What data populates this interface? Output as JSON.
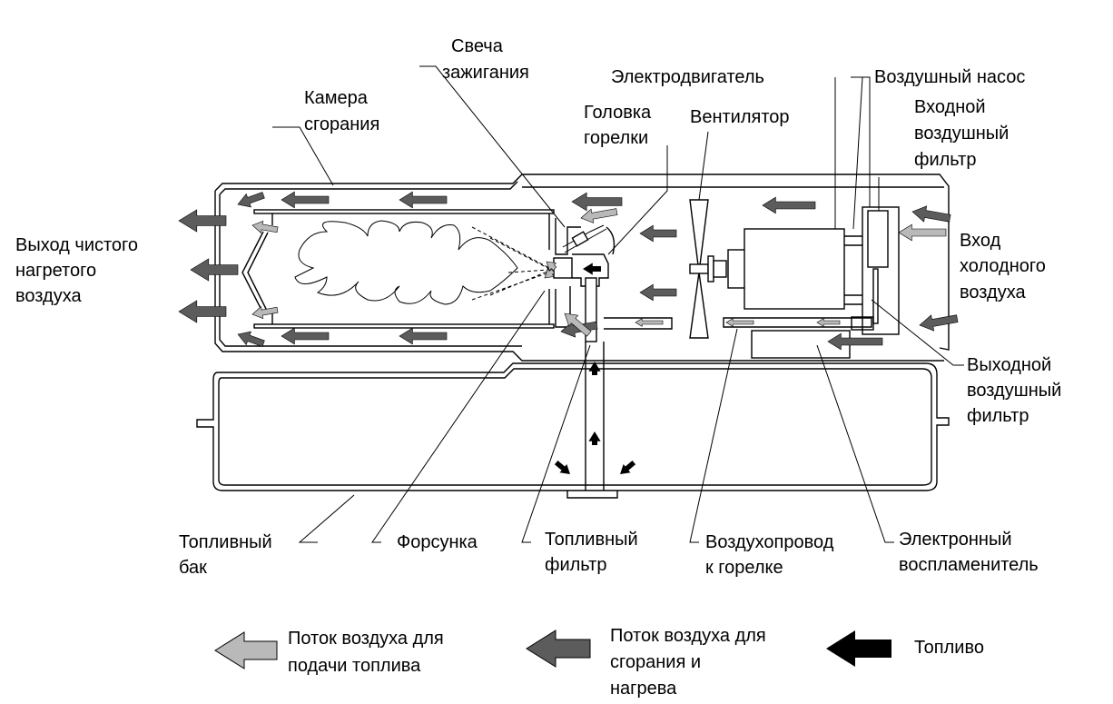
{
  "labels": {
    "spark_plug": [
      "Свеча",
      "зажигания"
    ],
    "combustion_chamber": [
      "Камера",
      "сгорания"
    ],
    "burner_head": [
      "Головка",
      "горелки"
    ],
    "fan": "Вентилятор",
    "motor": "Электродвигатель",
    "air_pump": "Воздушный насос",
    "inlet_filter": [
      "Входной",
      "воздушный",
      "фильтр"
    ],
    "hot_air_out": [
      "Выход чистого",
      "нагретого",
      "воздуха"
    ],
    "cold_air_in": [
      "Вход",
      "холодного",
      "воздуха"
    ],
    "outlet_filter": [
      "Выходной",
      "воздушный",
      "фильтр"
    ],
    "fuel_tank": [
      "Топливный",
      "бак"
    ],
    "nozzle": "Форсунка",
    "fuel_filter": [
      "Топливный",
      "фильтр"
    ],
    "air_line": [
      "Воздухопровод",
      "к горелке"
    ],
    "igniter": [
      "Электронный",
      "воспламенитель"
    ]
  },
  "legend": [
    {
      "lines": [
        "Поток воздуха для",
        "подачи топлива"
      ],
      "color": "#b9b9b9"
    },
    {
      "lines": [
        "Поток воздуха для",
        "сгорания и",
        "нагрева"
      ],
      "color": "#5c5c5c"
    },
    {
      "lines": [
        "Топливо"
      ],
      "color": "#000000"
    }
  ],
  "colors": {
    "combustion_air": "#5c5c5c",
    "fuel_air": "#b9b9b9",
    "fuel": "#000000"
  }
}
